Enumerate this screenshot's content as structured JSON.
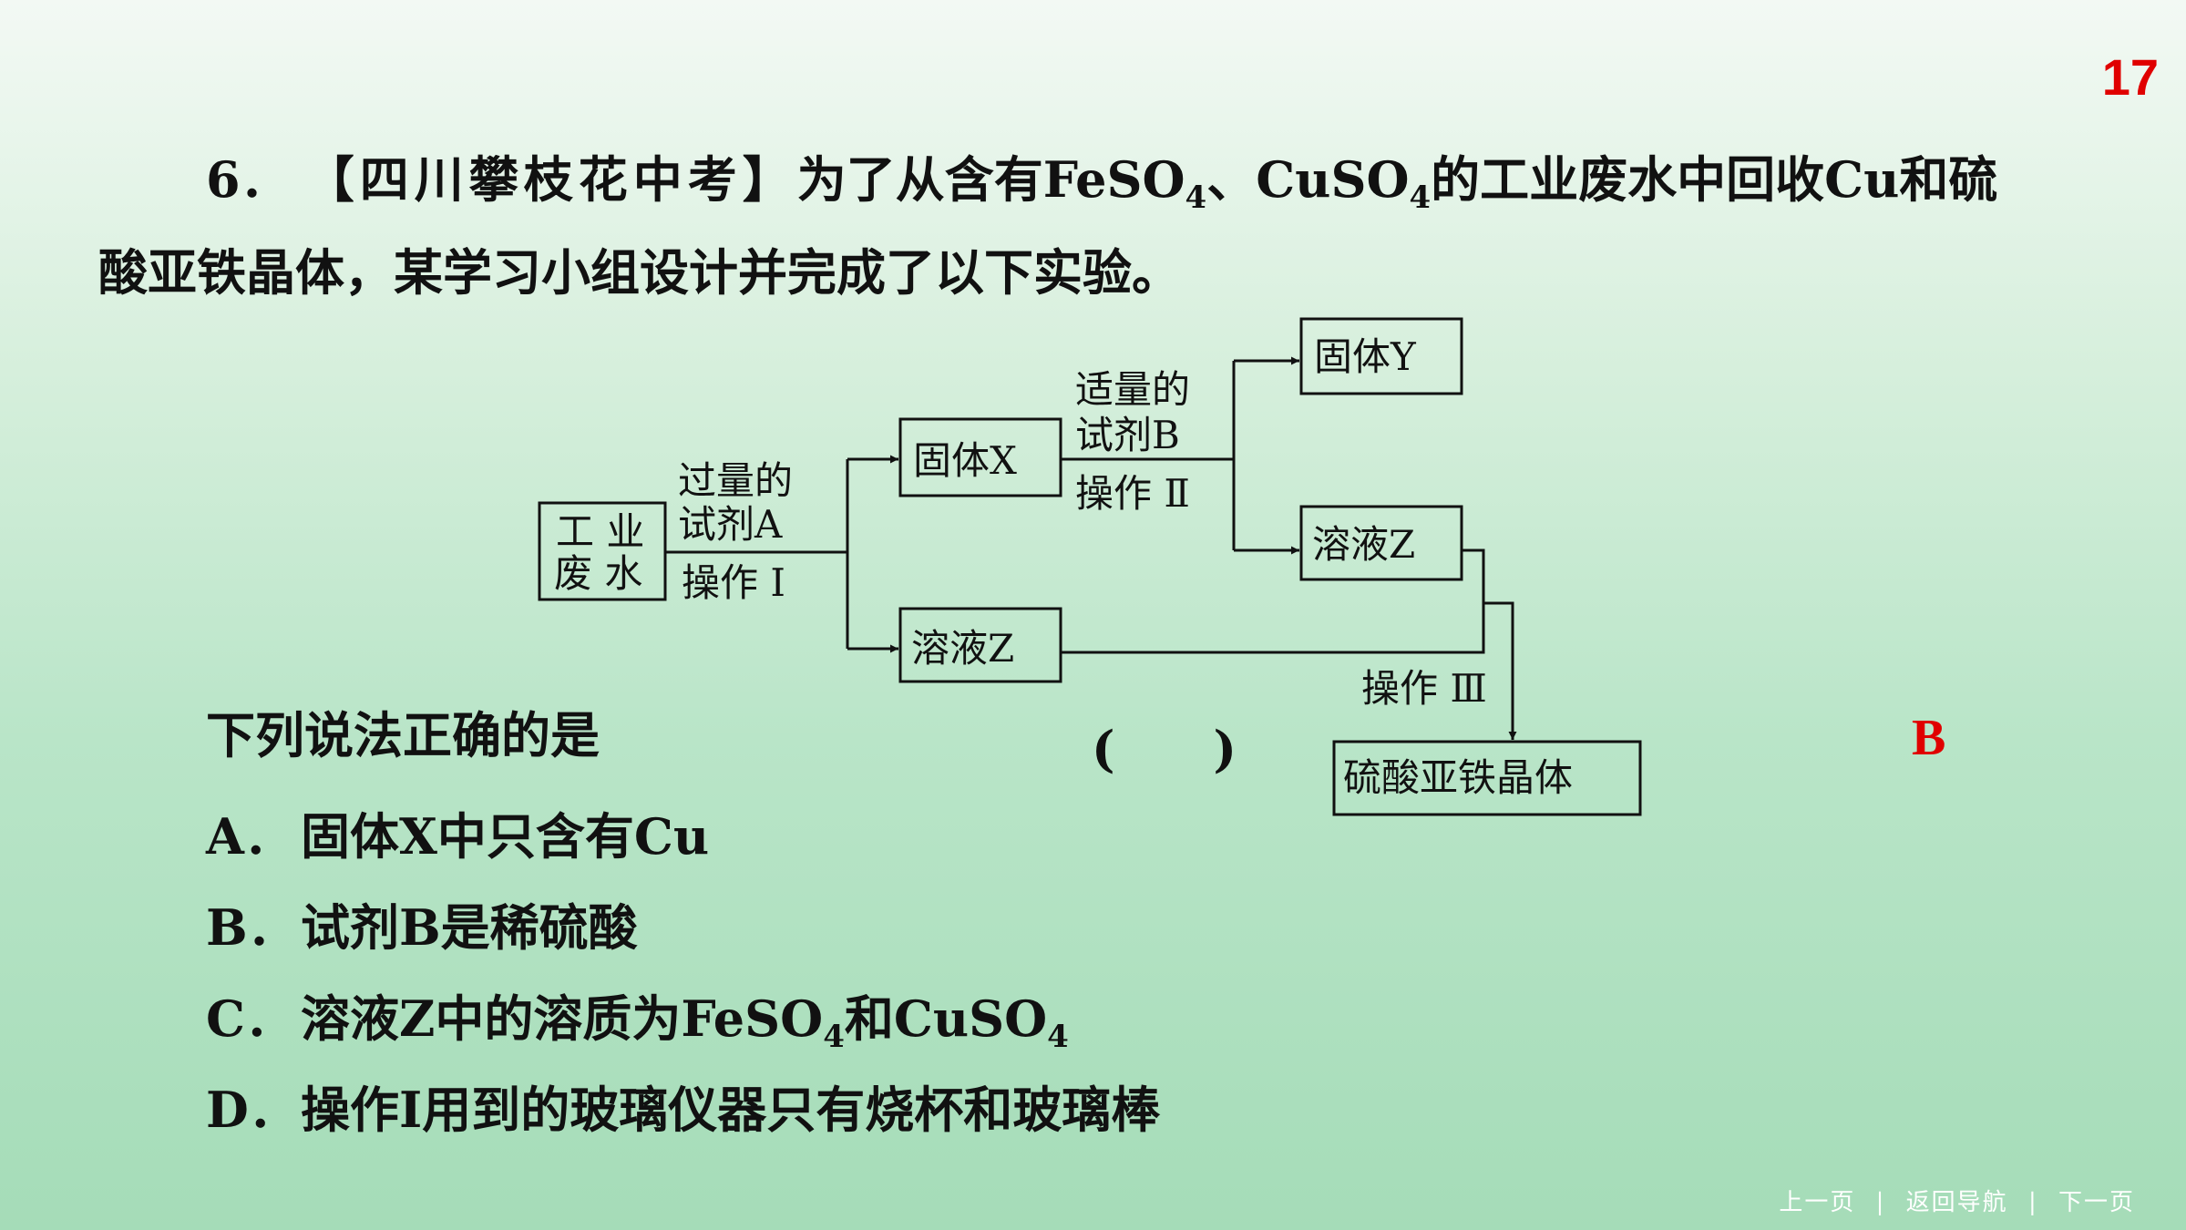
{
  "page_number": "17",
  "question": {
    "number": "6．",
    "source": "【四川攀枝花中考】",
    "text_a": "为了从含有FeSO",
    "sub_a": "4",
    "text_b": "、CuSO",
    "sub_b": "4",
    "text_c": "的工业废水中回收Cu和硫",
    "line2": "酸亚铁晶体，某学习小组设计并完成了以下实验。"
  },
  "diagram": {
    "start_line1": "工 业",
    "start_line2": "废 水",
    "reagent_a_line1": "过量的",
    "reagent_a_line2": "试剂A",
    "op1": "操作 Ⅰ",
    "solid_x": "固体X",
    "solution_z_lower": "溶液Z",
    "reagent_b_line1": "适量的",
    "reagent_b_line2": "试剂B",
    "op2": "操作 Ⅱ",
    "solid_y": "固体Y",
    "solution_z_upper": "溶液Z",
    "op3": "操作 Ⅲ",
    "product": "硫酸亚铁晶体"
  },
  "prompt": "下列说法正确的是",
  "paren": "(　　)",
  "answer": "B",
  "options": [
    {
      "key": "A．",
      "text": "固体X中只含有Cu"
    },
    {
      "key": "B．",
      "text": "试剂B是稀硫酸"
    },
    {
      "key": "C．",
      "text_a": "溶液Z中的溶质为FeSO",
      "sub_a": "4",
      "text_b": "和CuSO",
      "sub_b": "4"
    },
    {
      "key": "D．",
      "text": "操作I用到的玻璃仪器只有烧杯和玻璃棒"
    }
  ],
  "nav": {
    "prev": "上一页",
    "sep": "|",
    "home": "返回导航",
    "next": "下一页"
  }
}
